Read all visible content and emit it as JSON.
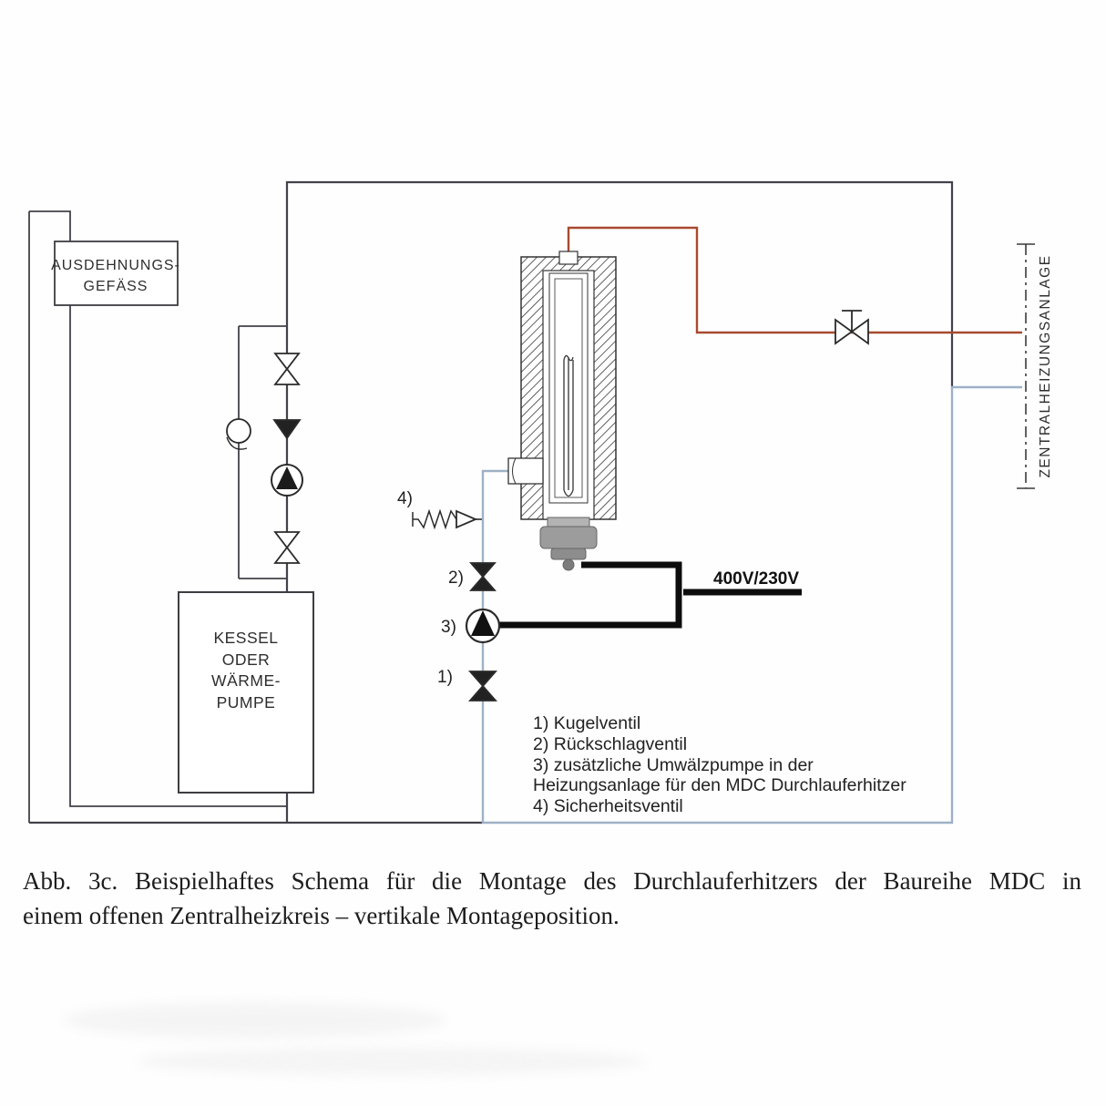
{
  "figure": {
    "labels": {
      "expansion_vessel": [
        "AUSDEHNUNGS-",
        "GEFÄSS"
      ],
      "boiler": [
        "KESSEL",
        "ODER",
        "WÄRME-",
        "PUMPE"
      ],
      "central_heating": "ZENTRALHEIZUNGSANLAGE",
      "power": "400V/230V",
      "callout_1": "1)",
      "callout_2": "2)",
      "callout_3": "3)",
      "callout_4": "4)"
    },
    "legend": [
      "1) Kugelventil",
      "2) Rückschlagventil",
      "3) zusätzliche Umwälzpumpe in der",
      "Heizungsanlage für den MDC Durchlauferhitzer",
      "4) Sicherheitsventil"
    ],
    "caption": {
      "line1": "Abb. 3c. Beispielhaftes Schema für die Montage des Durchlauferhitzers der Baureihe MDC in",
      "line2": "einem offenen Zentralheizkreis – vertikale Montageposition."
    },
    "colors": {
      "pipe": "#42424a",
      "hot": "#a84a30",
      "cold": "#9db1c6",
      "cable": "#0d0d0d",
      "symbol": "#2b2b2b"
    }
  }
}
